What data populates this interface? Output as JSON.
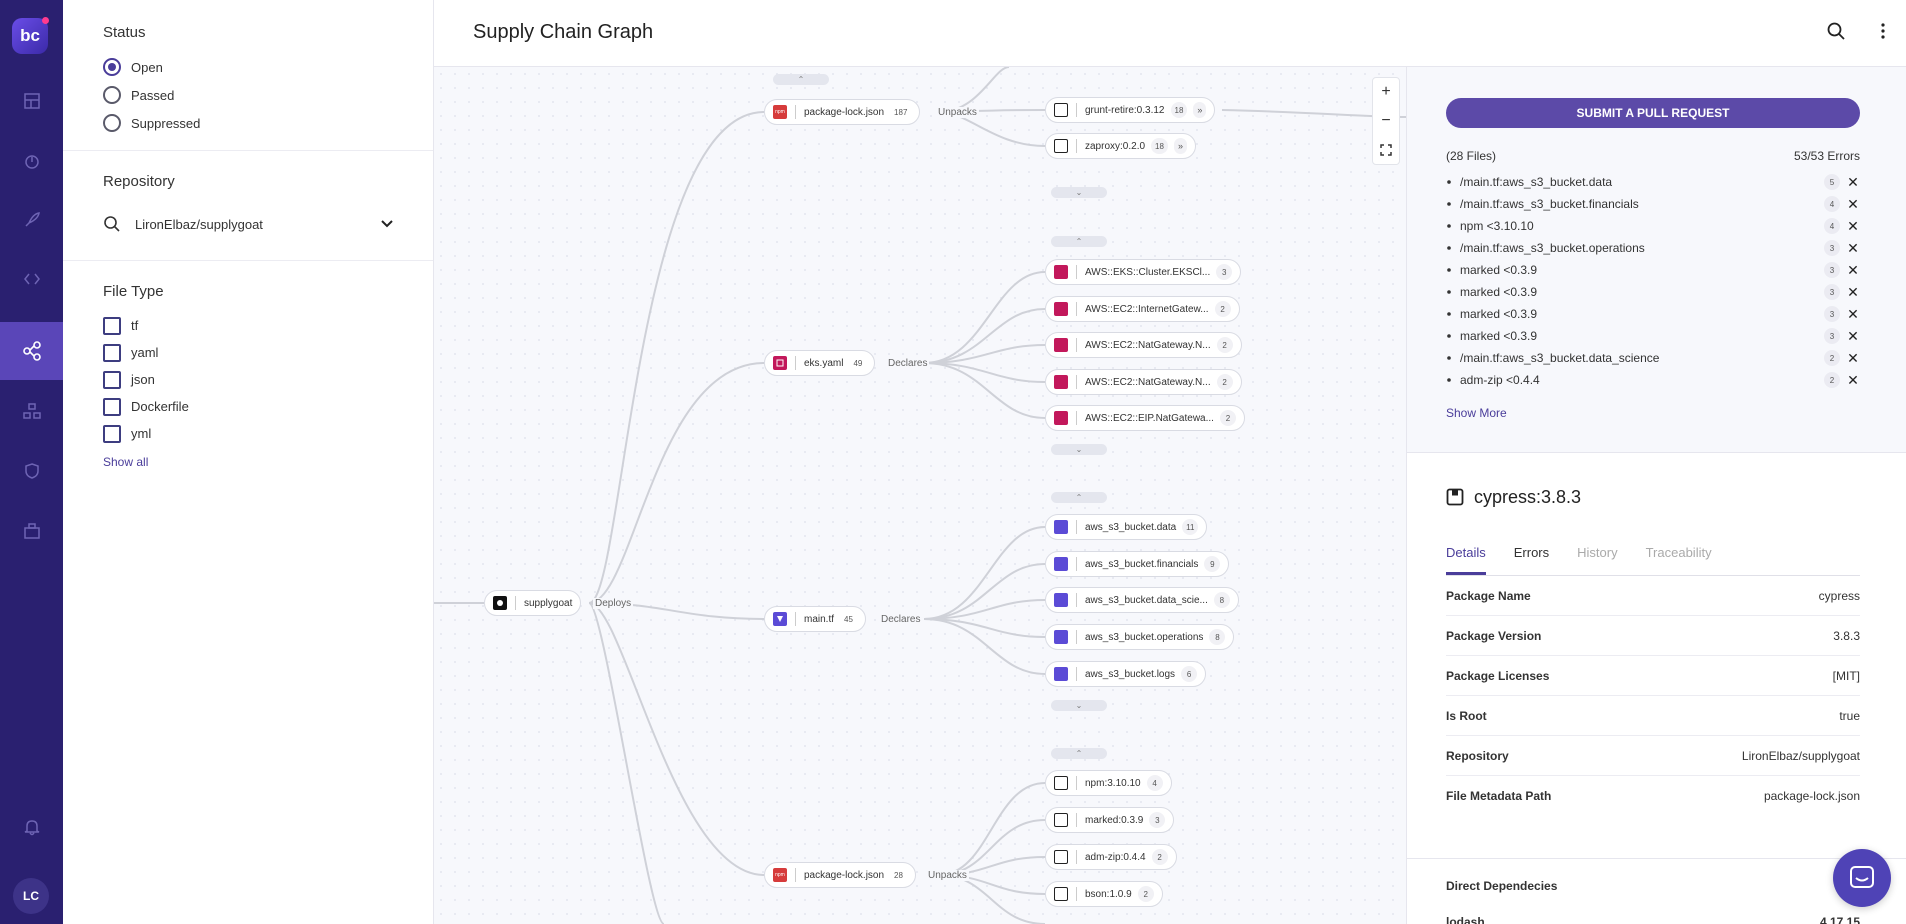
{
  "app": {
    "logo_text": "bc",
    "user_initials": "LC",
    "title": "Supply Chain Graph"
  },
  "nav": [
    "dashboard-icon",
    "activity-icon",
    "rocket-icon",
    "code-icon",
    "supply-chain-icon",
    "hierarchy-icon",
    "shield-icon",
    "integrations-icon",
    "bell-icon"
  ],
  "filters": {
    "status": {
      "title": "Status",
      "options": [
        "Open",
        "Passed",
        "Suppressed"
      ],
      "selected": "Open"
    },
    "repository": {
      "title": "Repository",
      "value": "LironElbaz/supplygoat"
    },
    "file_type": {
      "title": "File Type",
      "options": [
        "tf",
        "yaml",
        "json",
        "Dockerfile",
        "yml"
      ],
      "show_all": "Show all"
    }
  },
  "graph": {
    "root": {
      "label": "supplygoat"
    },
    "edge_labels": {
      "deploys": "Deploys",
      "unpacks": "Unpacks",
      "declares": "Declares"
    },
    "files": [
      {
        "label": "package-lock.json",
        "count": "187",
        "kind": "npm"
      },
      {
        "label": "eks.yaml",
        "count": "49",
        "kind": "cfn"
      },
      {
        "label": "main.tf",
        "count": "45",
        "kind": "tf"
      },
      {
        "label": "package-lock.json",
        "count": "28",
        "kind": "npm"
      }
    ],
    "group1": [
      {
        "label": "grunt-retire:0.3.12",
        "count": "18",
        "more": "»"
      },
      {
        "label": "zaproxy:0.2.0",
        "count": "18",
        "more": "»"
      }
    ],
    "group2": [
      {
        "label": "AWS::EKS::Cluster.EKSCl...",
        "count": "3"
      },
      {
        "label": "AWS::EC2::InternetGatew...",
        "count": "2"
      },
      {
        "label": "AWS::EC2::NatGateway.N...",
        "count": "2"
      },
      {
        "label": "AWS::EC2::NatGateway.N...",
        "count": "2"
      },
      {
        "label": "AWS::EC2::EIP.NatGatewa...",
        "count": "2"
      }
    ],
    "group3": [
      {
        "label": "aws_s3_bucket.data",
        "count": "11"
      },
      {
        "label": "aws_s3_bucket.financials",
        "count": "9"
      },
      {
        "label": "aws_s3_bucket.data_scie...",
        "count": "8"
      },
      {
        "label": "aws_s3_bucket.operations",
        "count": "8"
      },
      {
        "label": "aws_s3_bucket.logs",
        "count": "6"
      }
    ],
    "group4": [
      {
        "label": "npm:3.10.10",
        "count": "4"
      },
      {
        "label": "marked:0.3.9",
        "count": "3"
      },
      {
        "label": "adm-zip:0.4.4",
        "count": "2"
      },
      {
        "label": "bson:1.0.9",
        "count": "2"
      }
    ],
    "zoom": {
      "in": "+",
      "out": "−",
      "fit": "⛶"
    }
  },
  "issues": {
    "button": "SUBMIT A PULL REQUEST",
    "files_count": "(28 Files)",
    "errors_count": "53/53 Errors",
    "items": [
      {
        "name": "/main.tf:aws_s3_bucket.data",
        "count": "5"
      },
      {
        "name": "/main.tf:aws_s3_bucket.financials",
        "count": "4"
      },
      {
        "name": "npm <3.10.10",
        "count": "4"
      },
      {
        "name": "/main.tf:aws_s3_bucket.operations",
        "count": "3"
      },
      {
        "name": "marked <0.3.9",
        "count": "3"
      },
      {
        "name": "marked <0.3.9",
        "count": "3"
      },
      {
        "name": "marked <0.3.9",
        "count": "3"
      },
      {
        "name": "marked <0.3.9",
        "count": "3"
      },
      {
        "name": "/main.tf:aws_s3_bucket.data_science",
        "count": "2"
      },
      {
        "name": "adm-zip <0.4.4",
        "count": "2"
      }
    ],
    "show_more": "Show More"
  },
  "details": {
    "title": "cypress:3.8.3",
    "tabs": [
      "Details",
      "Errors",
      "History",
      "Traceability"
    ],
    "active_tab": "Details",
    "props": [
      {
        "k": "Package Name",
        "v": "cypress"
      },
      {
        "k": "Package Version",
        "v": "3.8.3"
      },
      {
        "k": "Package Licenses",
        "v": "[MIT]"
      },
      {
        "k": "Is Root",
        "v": "true"
      },
      {
        "k": "Repository",
        "v": "LironElbaz/supplygoat"
      },
      {
        "k": "File Metadata Path",
        "v": "package-lock.json"
      }
    ],
    "direct_deps_title": "Direct Dependecies",
    "deps": [
      {
        "name": "lodash",
        "version": "4.17.15"
      }
    ]
  },
  "colors": {
    "rail": "#2a2070",
    "accent": "#5c4aa8",
    "npm": "#d63b3b",
    "cfn": "#c2185b",
    "tf": "#5b4bd6"
  }
}
